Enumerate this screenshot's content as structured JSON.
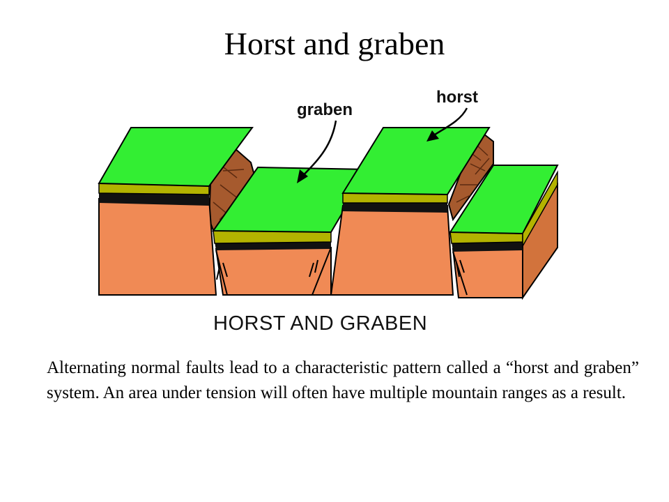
{
  "slide": {
    "title": "Horst and graben",
    "body": "Alternating normal faults lead to a characteristic pattern called a “horst and graben” system.  An area under tension will often have multiple mountain ranges as a result."
  },
  "diagram": {
    "label_graben": "graben",
    "label_horst": "horst",
    "caption": "HORST AND GRABEN",
    "colors": {
      "top_surface": "#33ee33",
      "yellow_layer": "#b3b300",
      "black_layer": "#111111",
      "rock_front": "#f08a55",
      "rock_side": "#d2733c",
      "fault_face": "#a65a2e"
    }
  }
}
